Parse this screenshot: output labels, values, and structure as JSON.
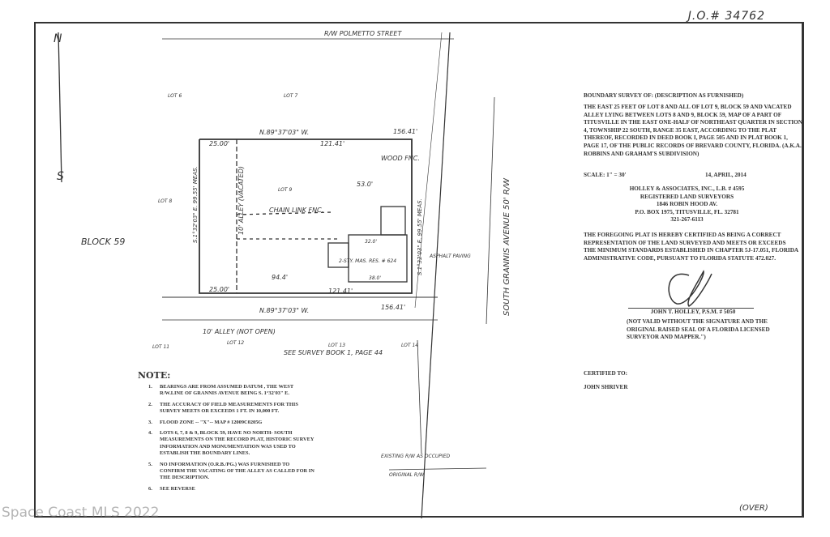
{
  "job_number": "J.O.# 34762",
  "plat": {
    "street_top": "R/W  POLMETTO STREET",
    "street_right": "SOUTH GRANNIS AVENUE 50' R/W",
    "block": "BLOCK 59",
    "lot_labels": [
      "LOT 6",
      "LOT 7",
      "LOT 8",
      "LOT 9",
      "LOT 11",
      "LOT 12",
      "LOT 13",
      "LOT 14"
    ],
    "bearing_top": "N.89°37'03\" W.",
    "bearing_bottom": "N.89°37'03\" W.",
    "bearing_left": "S.1°32'03\" E.  99.55' MEAS.",
    "bearing_right": "S.1°32'03\" E.  99.55' MEAS.",
    "dist_top_left": "25.00'",
    "dist_top_mid": "121.41'",
    "dist_top_total": "156.41'",
    "dist_bottom_left": "25.00'",
    "dist_bottom_mid": "121.41'",
    "dist_bottom_total": "156.41'",
    "alley_vacated": "10' ALLEY (VACATED)",
    "alley_bottom": "10' ALLEY (NOT OPEN)",
    "chain_link": "CHAIN LINK FNC.",
    "wood_fence": "WOOD FNC.",
    "house": "2-STY. MAS. RES. # 624",
    "house_dim_top": "32.0'",
    "house_dim_bottom": "38.0'",
    "dist_53": "53.0'",
    "dist_94": "94.4'",
    "asphalt": "ASPHALT PAVING",
    "see_survey": "SEE SURVEY BOOK 1, PAGE 44",
    "existing_rw": "EXISTING R/W AS OCCUPIED",
    "original_rw": "ORIGINAL R/W",
    "north_arrow": "N",
    "south_label": "S"
  },
  "description": {
    "title": "BOUNDARY SURVEY OF: (DESCRIPTION AS FURNISHED)",
    "body": "THE EAST 25 FEET OF LOT 8 AND ALL OF LOT 9, BLOCK 59 AND VACATED ALLEY LYING BETWEEN LOTS 8 AND 9, BLOCK 59, MAP OF A PART OF TITUSVILLE IN THE EAST ONE-HALF OF NORTHEAST QUARTER IN SECTION 4, TOWNSHIP 22 SOUTH, RANGE 35 EAST, ACCORDING TO THE PLAT THEREOF, RECORDED IN DEED BOOK I, PAGE 505 AND IN PLAT BOOK 1, PAGE 17, OF THE PUBLIC RECORDS OF BREVARD COUNTY, FLORIDA. (A.K.A. ROBBINS AND GRAHAM'S SUBDIVISION)",
    "scale": "SCALE:   1\" = 30'",
    "date": "14, APRIL, 2014"
  },
  "firm": {
    "line1": "HOLLEY & ASSOCIATES, INC., L.B. # 4595",
    "line2": "REGISTERED LAND SURVEYORS",
    "line3": "1846 ROBIN HOOD AV.",
    "line4": "P.O. BOX 1975, TITUSVILLE, FL. 32781",
    "line5": "321-267-6113"
  },
  "certification": "THE FOREGOING PLAT IS HEREBY CERTIFIED AS BEING A CORRECT REPRESENTATION OF THE LAND SURVEYED AND MEETS OR EXCEEDS THE MINIMUM STANDARDS ESTABLISHED IN CHAPTER 5J-17.051, FLORIDA ADMINISTRATIVE CODE, PURSUANT TO FLORIDA STATUTE 472.027.",
  "surveyor": "JOHN T. HOLLEY, P.S.M. # 5050",
  "not_valid": "(NOT VALID WITHOUT THE SIGNATURE AND THE ORIGINAL RAISED SEAL OF A FLORIDA LICENSED SURVEYOR AND MAPPER.\")",
  "certified_to_label": "CERTIFIED TO:",
  "certified_to": "JOHN SHRIVER",
  "notes": {
    "heading": "NOTE:",
    "items": [
      {
        "num": "1.",
        "text": "BEARINGS ARE FROM ASSUMED DATUM , THE WEST R/W.LINE OF GRANNIS AVENUE BEING S. 1°32'03\" E."
      },
      {
        "num": "2.",
        "text": "THE ACCURACY OF FIELD MEASUREMENTS FOR THIS SURVEY MEETS OR EXCEEDS 1 FT. IN 10,000 FT."
      },
      {
        "num": "3.",
        "text": "FLOOD ZONE -- \"X\"-- MAP # 12009C0205G"
      },
      {
        "num": "4.",
        "text": "LOTS 6, 7, 8 & 9, BLOCK 59, HAVE NO NORTH- SOUTH MEASUREMENTS ON THE RECORD PLAT, HISTORIC SURVEY INFORMATION AND MONUMENTATION WAS USED TO ESTABLISH THE BOUNDARY LINES."
      },
      {
        "num": "5.",
        "text": "NO INFORMATION (O.R.B./PG.) WAS FURNISHED TO CONFIRM THE VACATING OF THE ALLEY AS CALLED FOR IN THE DESCRIPTION."
      },
      {
        "num": "6.",
        "text": "SEE REVERSE"
      }
    ]
  },
  "over": "(OVER)",
  "watermark": "Space Coast MLS 2022"
}
